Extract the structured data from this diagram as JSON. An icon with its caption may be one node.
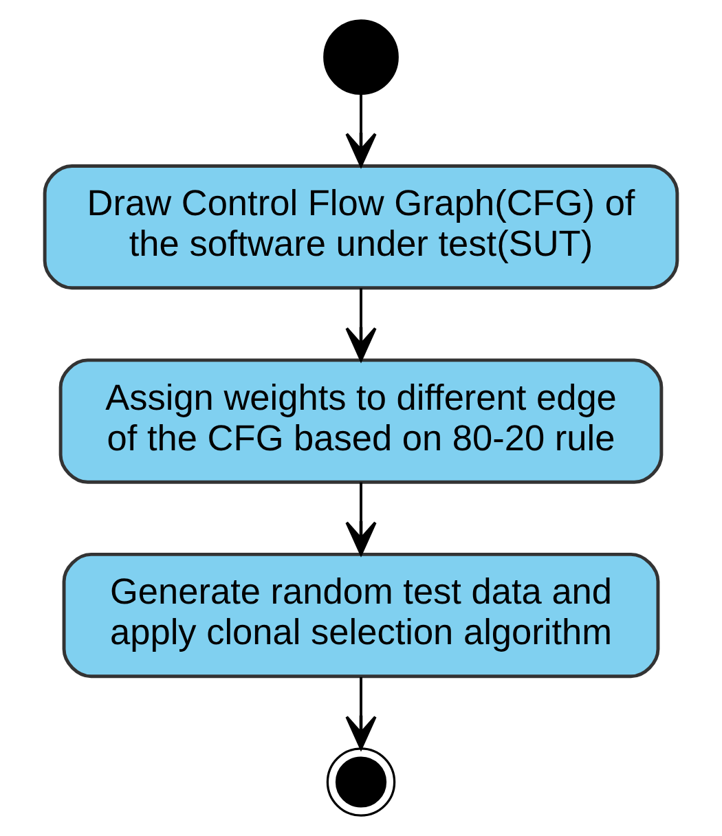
{
  "diagram": {
    "nodes": [
      {
        "text": [],
        "shape": "circle"
      },
      {
        "text": [
          "Draw Control Flow Graph(CFG) of the software under test(SUT)"
        ]
      },
      {
        "text": [
          "Assign weights to different edge of the CFG based on 80-20 rule"
        ]
      },
      {
        "text": [
          "Generate random test data and apply clonal selection algorithm"
        ]
      },
      {
        "text": [],
        "shape": "circle"
      }
    ],
    "edges": [
      {
        "from": 0,
        "to": 1,
        "arrow": "to"
      },
      {
        "from": 1,
        "to": 2,
        "arrow": "to"
      },
      {
        "from": 2,
        "to": 3,
        "arrow": "to"
      },
      {
        "from": 3,
        "to": 4,
        "arrow": "to"
      }
    ]
  }
}
